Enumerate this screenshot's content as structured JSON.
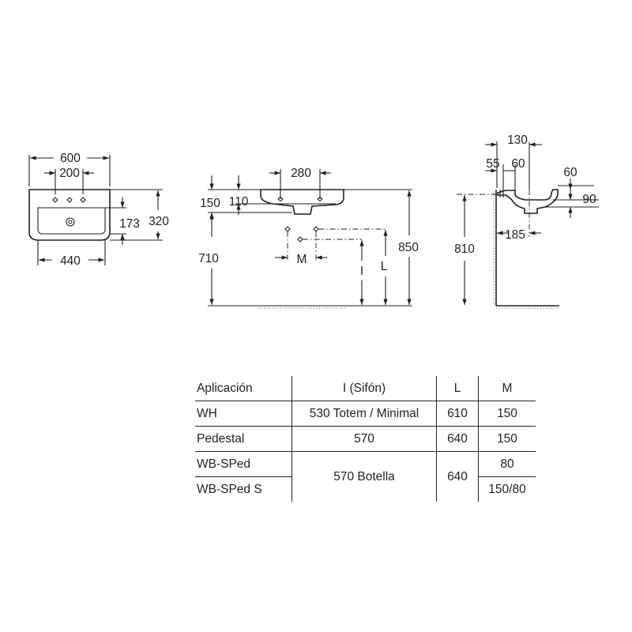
{
  "plan_view": {
    "width_overall": "600",
    "tap_holes_spacing": "200",
    "basin_depth": "173",
    "depth_overall": "320",
    "basin_width": "440"
  },
  "front_view": {
    "hole_spacing": "280",
    "rim_height": "150",
    "bowl_height": "110",
    "waste_height": "710",
    "total_height": "850",
    "label_M": "M",
    "label_I": "I",
    "label_L": "L"
  },
  "side_view": {
    "projection_overall": "130",
    "wall_gap": "55",
    "tap_offset": "60",
    "rim_width": "60",
    "rim_depth": "90",
    "outlet_offset": "185",
    "fixing_height": "810"
  },
  "table": {
    "headers": [
      "Aplicación",
      "I (Sifón)",
      "L",
      "M"
    ],
    "rows": [
      {
        "app": "WH",
        "sifon": "530 Totem / Minimal",
        "L": "610",
        "M": "150"
      },
      {
        "app": "Pedestal",
        "sifon": "570",
        "L": "640",
        "M": "150"
      },
      {
        "app": "WB-SPed",
        "sifon": "570 Botella",
        "L": "640",
        "M": "80"
      },
      {
        "app": "WB-SPed S",
        "M": "150/80"
      }
    ]
  }
}
